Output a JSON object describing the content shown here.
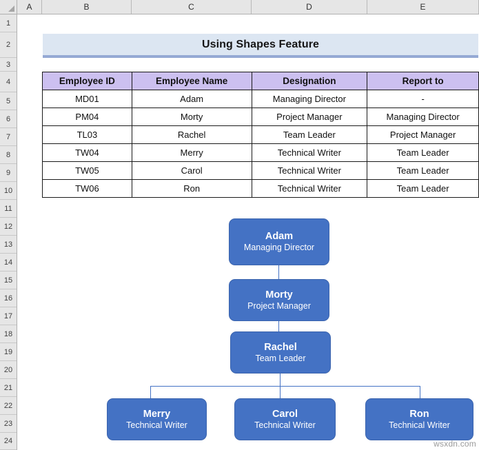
{
  "app": {
    "type": "spreadsheet",
    "watermark": "wsxdn.com"
  },
  "grid": {
    "columns": [
      "A",
      "B",
      "C",
      "D",
      "E"
    ],
    "rows": [
      "1",
      "2",
      "3",
      "4",
      "5",
      "6",
      "7",
      "8",
      "9",
      "10",
      "11",
      "12",
      "13",
      "14",
      "15",
      "16",
      "17",
      "18",
      "19",
      "20",
      "21",
      "22",
      "23",
      "24"
    ]
  },
  "title": {
    "text": "Using Shapes Feature",
    "fill_color": "#dce6f2",
    "underline_color": "#95a9d4"
  },
  "table": {
    "header_fill": "#ccc0f0",
    "headers": [
      "Employee ID",
      "Employee Name",
      "Designation",
      "Report to"
    ],
    "rows": [
      [
        "MD01",
        "Adam",
        "Managing Director",
        "-"
      ],
      [
        "PM04",
        "Morty",
        "Project Manager",
        "Managing Director"
      ],
      [
        "TL03",
        "Rachel",
        "Team Leader",
        "Project Manager"
      ],
      [
        "TW04",
        "Merry",
        "Technical Writer",
        "Team Leader"
      ],
      [
        "TW05",
        "Carol",
        "Technical Writer",
        "Team Leader"
      ],
      [
        "TW06",
        "Ron",
        "Technical Writer",
        "Team Leader"
      ]
    ]
  },
  "org_chart": {
    "node_fill": "#4472c4",
    "connector_color": "#4472c4",
    "nodes": [
      {
        "name": "Adam",
        "role": "Managing Director"
      },
      {
        "name": "Morty",
        "role": "Project Manager"
      },
      {
        "name": "Rachel",
        "role": "Team Leader"
      },
      {
        "name": "Merry",
        "role": "Technical Writer"
      },
      {
        "name": "Carol",
        "role": "Technical Writer"
      },
      {
        "name": "Ron",
        "role": "Technical Writer"
      }
    ]
  }
}
